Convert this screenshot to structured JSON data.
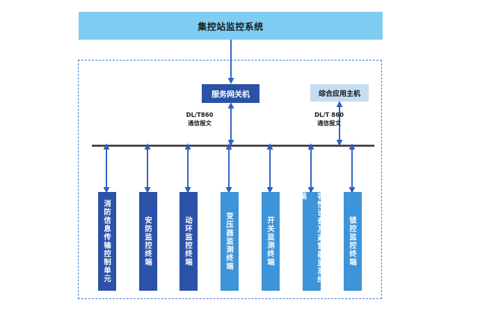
{
  "diagram": {
    "title": "集控站监控系统",
    "colors": {
      "banner": "#7DCDF2",
      "gateway": "#2B52A8",
      "app_host": "#C4DDF2",
      "terminal_dark": "#2B52A8",
      "terminal_light": "#3E94D8",
      "bus_line": "#4A4644",
      "boundary_dashed": "#3F6FD1",
      "arrow": "#2B5FC4"
    },
    "banner": {
      "label": "集控站监控系统"
    },
    "nodes": {
      "gateway": {
        "label": "服务网关机"
      },
      "app_host": {
        "label": "综合应用主机"
      }
    },
    "protocol_labels": [
      {
        "line1": "DL/T860",
        "line2": "通信报文"
      },
      {
        "line1": "DL/T 860",
        "line2": "通信报文"
      }
    ],
    "terminals": [
      {
        "label": "消防信息传输控制单元",
        "tone": "dark"
      },
      {
        "label": "安防监控终端",
        "tone": "dark"
      },
      {
        "label": "动环监控终端",
        "tone": "dark"
      },
      {
        "label": "变压器监测终端",
        "tone": "light"
      },
      {
        "label": "开关监测终端",
        "tone": "light"
      },
      {
        "label": "容性设备及避雷器监测终端",
        "tone": "light"
      },
      {
        "label": "锁控监控终端",
        "tone": "light"
      }
    ]
  }
}
